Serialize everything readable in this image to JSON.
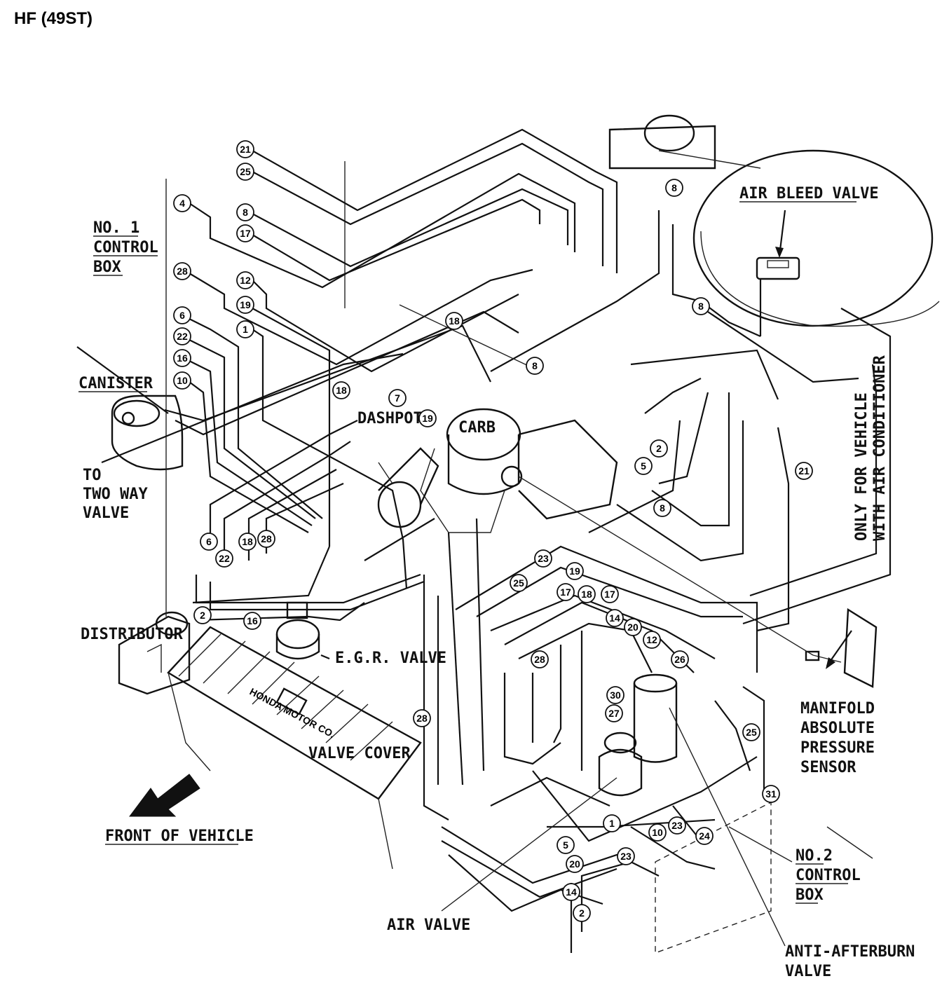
{
  "title": "HF (49ST)",
  "labels": {
    "no1_control_box": [
      "NO. 1",
      "CONTROL",
      "BOX"
    ],
    "canister": "CANISTER",
    "to_two_way_valve": [
      "TO",
      "TWO WAY",
      "VALVE"
    ],
    "dashpot": "DASHPOT",
    "carb": "CARB",
    "distributor": "DISTRIBUTOR",
    "egr_valve": "E.G.R. VALVE",
    "valve_cover": "VALVE COVER",
    "front_of_vehicle": "FRONT OF VEHICLE",
    "air_bleed_valve": "AIR BLEED VALVE",
    "only_for_vehicle": [
      "ONLY FOR VEHICLE",
      "WITH AIR CONDITIONER"
    ],
    "manifold_sensor": [
      "MANIFOLD",
      "ABSOLUTE",
      "PRESSURE",
      "SENSOR"
    ],
    "no2_control_box": [
      "NO.2",
      "CONTROL",
      "BOX"
    ],
    "air_valve": "AIR VALVE",
    "anti_afterburn_valve": [
      "ANTI-AFTERBURN",
      "VALVE"
    ],
    "valve_cover_brand": "HONDA MOTOR CO."
  },
  "callouts": {
    "c21a": "21",
    "c25a": "25",
    "c4": "4",
    "c8a": "8",
    "c17a": "17",
    "c28a": "28",
    "c12a": "12",
    "c19a": "19",
    "c1a": "1",
    "c6a": "6",
    "c22a": "22",
    "c16a": "16",
    "c10a": "10",
    "c18a": "18",
    "c18b": "18",
    "c7": "7",
    "c19b": "19",
    "c8b": "8",
    "c8c": "8",
    "c8d": "8",
    "c2a": "2",
    "c5a": "5",
    "c8e": "8",
    "c21b": "21",
    "c6b": "6",
    "c22b": "22",
    "c18c": "18",
    "c28b": "28",
    "c2b": "2",
    "c16b": "16",
    "c23a": "23",
    "c25b": "25",
    "c19c": "19",
    "c17b": "17",
    "c18d": "18",
    "c17c": "17",
    "c14a": "14",
    "c20a": "20",
    "c12b": "12",
    "c28c": "28",
    "c26": "26",
    "c30": "30",
    "c27": "27",
    "c28d": "28",
    "c25c": "25",
    "c31": "31",
    "c1b": "1",
    "c10b": "10",
    "c23b": "23",
    "c24": "24",
    "c5b": "5",
    "c23c": "23",
    "c20b": "20",
    "c14b": "14",
    "c2c": "2"
  }
}
